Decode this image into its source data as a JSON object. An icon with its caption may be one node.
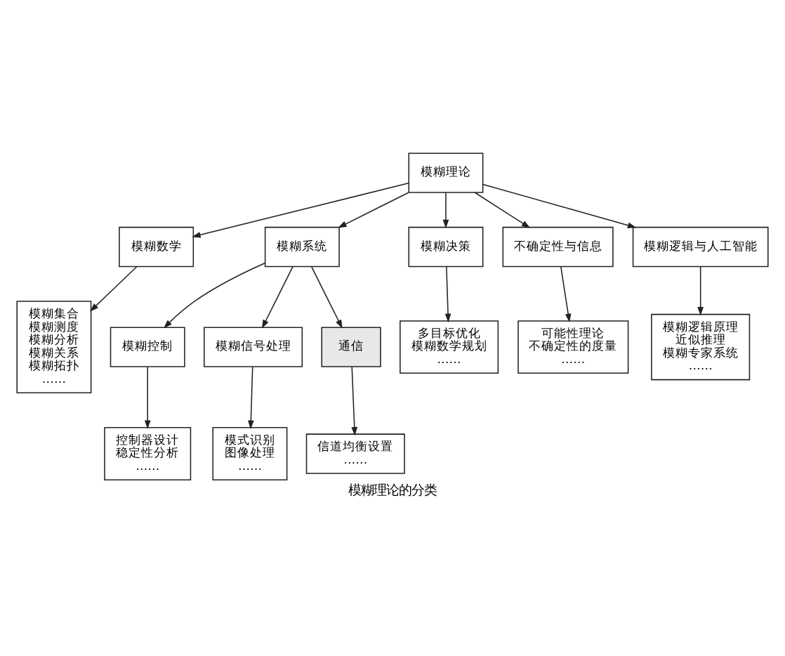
{
  "diagram": {
    "caption": "模糊理论的分类",
    "nodes": [
      {
        "text": [
          "模糊理论"
        ]
      },
      {
        "text": [
          "模糊数学"
        ]
      },
      {
        "text": [
          "模糊系统"
        ]
      },
      {
        "text": [
          "模糊决策"
        ]
      },
      {
        "text": [
          "不确定性与信息"
        ]
      },
      {
        "text": [
          "模糊逻辑与人工智能"
        ]
      },
      {
        "text": [
          "模糊集合",
          "模糊测度",
          "模糊分析",
          "模糊关系",
          "模糊拓扑",
          "……"
        ]
      },
      {
        "text": [
          "多目标优化",
          "模糊数学规划",
          "……"
        ]
      },
      {
        "text": [
          "模糊逻辑原理",
          "近似推理",
          "模糊专家系统",
          "……"
        ]
      },
      {
        "text": [
          "模糊控制"
        ]
      },
      {
        "text": [
          "模糊信号处理"
        ]
      },
      {
        "text": [
          "通信"
        ]
      },
      {
        "text": [
          "可能性理论",
          "不确定性的度量",
          "……"
        ]
      },
      {
        "text": [
          "控制器设计",
          "稳定性分析",
          "……"
        ]
      },
      {
        "text": [
          "模式识别",
          "图像处理",
          "……"
        ]
      },
      {
        "text": [
          "信道均衡设置",
          "……"
        ]
      }
    ],
    "edges": [
      {
        "from": 0,
        "to": 1,
        "arrow": "to"
      },
      {
        "from": 0,
        "to": 2,
        "arrow": "to"
      },
      {
        "from": 0,
        "to": 3,
        "arrow": "to"
      },
      {
        "from": 0,
        "to": 4,
        "arrow": "to"
      },
      {
        "from": 0,
        "to": 5,
        "arrow": "to"
      },
      {
        "from": 1,
        "to": 6,
        "arrow": "to"
      },
      {
        "from": 3,
        "to": 7,
        "arrow": "to"
      },
      {
        "from": 5,
        "to": 8,
        "arrow": "to"
      },
      {
        "from": 2,
        "to": 9,
        "arrow": "to"
      },
      {
        "from": 2,
        "to": 10,
        "arrow": "to"
      },
      {
        "from": 2,
        "to": 11,
        "arrow": "to"
      },
      {
        "from": 4,
        "to": 12,
        "arrow": "to"
      },
      {
        "from": 9,
        "to": 13,
        "arrow": "to"
      },
      {
        "from": 10,
        "to": 14,
        "arrow": "to"
      },
      {
        "from": 11,
        "to": 15,
        "arrow": "to"
      }
    ]
  }
}
